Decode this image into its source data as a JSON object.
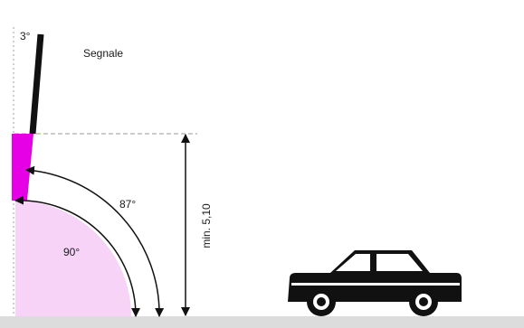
{
  "labels": {
    "sign_tilt": "3°",
    "sign": "Segnale",
    "angle_outer": "87°",
    "angle_inner": "90°",
    "clearance": "min. 5,10"
  },
  "colors": {
    "post": "#111111",
    "sign_panel": "#e600e6",
    "quarter_fill": "#f7d3f7",
    "ground": "#dcdcdc",
    "car": "#111111",
    "guide": "#9a9a9a"
  },
  "icons": {
    "vehicle": "car-icon"
  }
}
